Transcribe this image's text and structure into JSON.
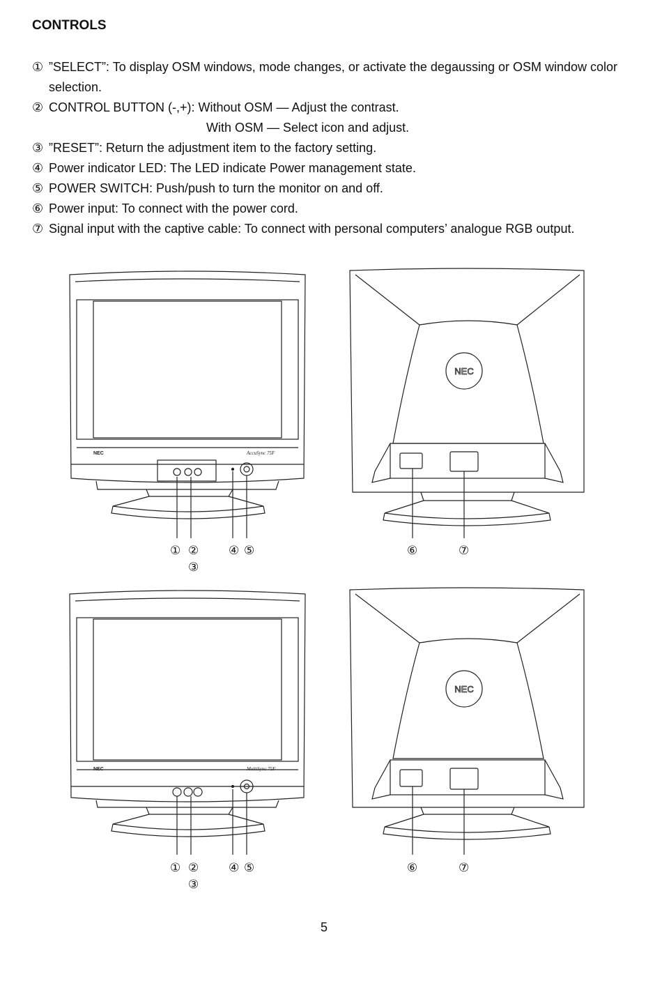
{
  "heading": "CONTROLS",
  "items": [
    {
      "num": "①",
      "text": "”SELECT”: To display OSM windows, mode changes, or activate the degaussing or OSM window color selection."
    },
    {
      "num": "②",
      "text": "CONTROL BUTTON (-,+): Without OSM — Adjust the contrast.",
      "cont": "With OSM — Select icon and adjust."
    },
    {
      "num": "③",
      "text": "”RESET”: Return the adjustment item to the factory setting."
    },
    {
      "num": "④",
      "text": "Power indicator LED: The LED indicate Power management state."
    },
    {
      "num": "⑤",
      "text": "POWER SWITCH: Push/push to turn the monitor on and off."
    },
    {
      "num": "⑥",
      "text": "Power input: To connect with the power cord."
    },
    {
      "num": "⑦",
      "text": "Signal input with the captive cable: To connect with personal computers’ analogue RGB output."
    }
  ],
  "figures": {
    "front_top": {
      "brand": "NEC",
      "model": "AccuSync 75F",
      "callouts": [
        "①",
        "②",
        "④",
        "⑤",
        "③"
      ]
    },
    "rear_top": {
      "logo": "NEC",
      "callouts": [
        "⑥",
        "⑦"
      ]
    },
    "front_bottom": {
      "brand": "NEC",
      "model": "MultiSync 75F",
      "callouts": [
        "①",
        "②",
        "④",
        "⑤",
        "③"
      ]
    },
    "rear_bottom": {
      "logo": "NEC",
      "callouts": [
        "⑥",
        "⑦"
      ]
    }
  },
  "page_number": "5"
}
